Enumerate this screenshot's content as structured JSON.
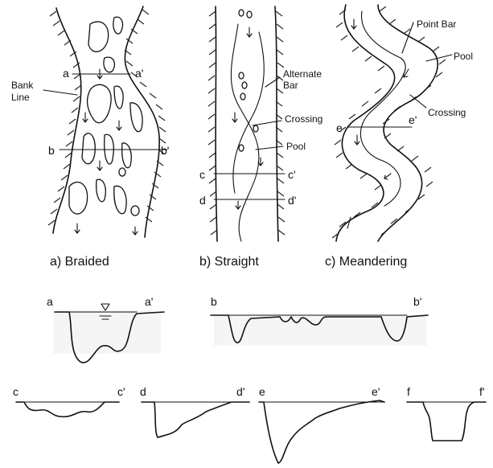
{
  "planform": {
    "braided": {
      "caption": "a) Braided",
      "bank_line_label": "Bank\nLine",
      "sections": [
        {
          "left": "a",
          "right": "a'"
        },
        {
          "left": "b",
          "right": "b'"
        }
      ]
    },
    "straight": {
      "caption": "b) Straight",
      "labels": [
        "Alternate\nBar",
        "Crossing",
        "Pool"
      ],
      "sections": [
        {
          "left": "c",
          "right": "c'"
        },
        {
          "left": "d",
          "right": "d'"
        }
      ]
    },
    "meandering": {
      "caption": "c) Meandering",
      "labels": [
        "Point Bar",
        "Pool",
        "Crossing"
      ],
      "sections": [
        {
          "left": "e",
          "right": "e'"
        }
      ]
    }
  },
  "cross_sections": [
    {
      "left": "a",
      "right": "a'"
    },
    {
      "left": "b",
      "right": "b'"
    },
    {
      "left": "c",
      "right": "c'"
    },
    {
      "left": "d",
      "right": "d'"
    },
    {
      "left": "e",
      "right": "e'"
    },
    {
      "left": "f",
      "right": "f'"
    }
  ]
}
